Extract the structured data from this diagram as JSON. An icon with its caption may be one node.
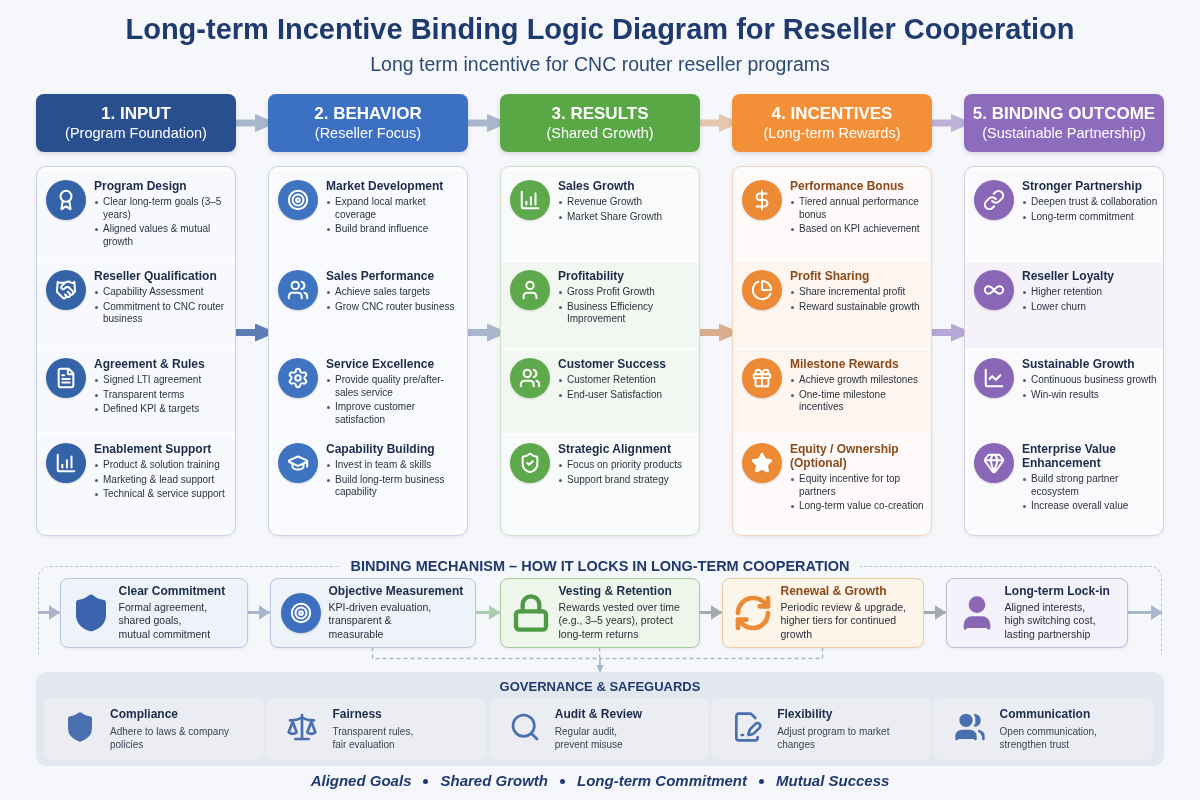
{
  "diagram": {
    "title": "Long-term Incentive Binding Logic Diagram for Reseller Cooperation",
    "nodes": [
      {
        "text": [
          "1. INPUT",
          "(Program Foundation)"
        ]
      },
      {
        "text": [
          "2. BEHAVIOR",
          "(Reseller Focus)"
        ]
      },
      {
        "text": [
          "3. RESULTS",
          "(Shared Growth)"
        ]
      },
      {
        "text": [
          "4. INCENTIVES",
          "(Long-term Rewards)"
        ]
      },
      {
        "text": [
          "5. BINDING OUTCOME",
          "(Sustainable Partnership)"
        ]
      },
      {
        "text": [],
        "shape": "box"
      },
      {
        "text": [
          "Program Design",
          "Clear long-term goals (3–5 years)",
          "Aligned values & mutual growth"
        ],
        "in": 5
      },
      {
        "text": [
          "Reseller Qualification",
          "Capability Assessment",
          "Commitment to CNC router business"
        ],
        "in": 5
      },
      {
        "text": [
          "Agreement & Rules",
          "Signed LTI agreement",
          "Transparent terms",
          "Defined KPI & targets"
        ],
        "in": 5
      },
      {
        "text": [
          "Enablement Support",
          "Product & solution training",
          "Marketing & lead support",
          "Technical & service support"
        ],
        "in": 5
      },
      {
        "text": [],
        "shape": "box"
      },
      {
        "text": [
          "Market Development",
          "Expand local market coverage",
          "Build brand influence"
        ],
        "in": 10
      },
      {
        "text": [
          "Sales Performance",
          "Achieve sales targets",
          "Grow CNC router business"
        ],
        "in": 10
      },
      {
        "text": [
          "Service Excellence",
          "Provide quality pre/after-sales service",
          "Improve customer satisfaction"
        ],
        "in": 10
      },
      {
        "text": [
          "Capability Building",
          "Invest in team & skills",
          "Build long-term business capability"
        ],
        "in": 10
      },
      {
        "text": [],
        "shape": "box"
      },
      {
        "text": [
          "Sales Growth",
          "Revenue Growth",
          "Market Share Growth"
        ],
        "in": 15
      },
      {
        "text": [
          "Profitability",
          "Gross Profit Growth",
          "Business Efficiency Improvement"
        ],
        "in": 15
      },
      {
        "text": [
          "Customer Success",
          "Customer Retention",
          "End-user Satisfaction"
        ],
        "in": 15
      },
      {
        "text": [
          "Strategic Alignment",
          "Focus on priority products",
          "Support brand strategy"
        ],
        "in": 15
      },
      {
        "text": [],
        "shape": "box"
      },
      {
        "text": [
          "Performance Bonus",
          "Tiered annual performance bonus",
          "Based on KPI achievement"
        ],
        "in": 20
      },
      {
        "text": [
          "Profit Sharing",
          "Share incremental profit",
          "Reward sustainable growth"
        ],
        "in": 20
      },
      {
        "text": [
          "Milestone Rewards",
          "Achieve growth milestones",
          "One-time milestone incentives"
        ],
        "in": 20
      },
      {
        "text": [
          "Equity / Ownership (Optional)",
          "Equity incentive for top partners",
          "Long-term value co-creation"
        ],
        "in": 20
      },
      {
        "text": [],
        "shape": "box"
      },
      {
        "text": [
          "Stronger Partnership",
          "Deepen trust & collaboration",
          "Long-term commitment"
        ],
        "in": 25
      },
      {
        "text": [
          "Reseller Loyalty",
          "Higher retention",
          "Lower churn"
        ],
        "in": 25
      },
      {
        "text": [
          "Sustainable Growth",
          "Continuous business growth",
          "Win-win results"
        ],
        "in": 25
      },
      {
        "text": [
          "Enterprise Value Enhancement",
          "Build strong partner ecosystem",
          "Increase overall value"
        ],
        "in": 25
      },
      {
        "text": [
          "BINDING MECHANISM – HOW IT LOCKS IN LONG-TERM COOPERATION"
        ]
      },
      {
        "text": [
          "Clear Commitment",
          "Formal agreement, shared goals, mutual commitment"
        ],
        "in": 30
      },
      {
        "text": [
          "Objective Measurement",
          "KPI-driven evaluation, transparent & measurable"
        ],
        "in": 30
      },
      {
        "text": [
          "Vesting & Retention",
          "Rewards vested over time (e.g., 3–5 years), protect long-term returns"
        ],
        "in": 30
      },
      {
        "text": [
          "Renewal & Growth",
          "Periodic review & upgrade, higher tiers for continued growth"
        ],
        "in": 30
      },
      {
        "text": [
          "Long-term Lock-in",
          "Aligned interests, high switching cost, lasting partnership"
        ],
        "in": 30
      },
      {
        "text": [
          "GOVERNANCE & SAFEGUARDS"
        ]
      },
      {
        "text": [
          "Compliance",
          "Adhere to laws & company policies"
        ],
        "in": 36
      },
      {
        "text": [
          "Fairness",
          "Transparent rules, fair evaluation"
        ],
        "in": 36
      },
      {
        "text": [
          "Audit & Review",
          "Regular audit, prevent misuse"
        ],
        "in": 36
      },
      {
        "text": [
          "Flexibility",
          "Adjust program to market changes"
        ],
        "in": 36
      },
      {
        "text": [
          "Communication",
          "Open communication, strengthen trust"
        ],
        "in": 36
      }
    ],
    "edges": [
      {
        "from": 0,
        "to": 1,
        "arrow": "to",
        "style": "thick"
      },
      {
        "from": 1,
        "to": 2,
        "arrow": "to",
        "style": "thick"
      },
      {
        "from": 2,
        "to": 3,
        "arrow": "to",
        "style": "thick",
        "color": "#e6c6ae"
      },
      {
        "from": 3,
        "to": 4,
        "arrow": "to",
        "style": "thick",
        "color": "#bcb1d6"
      },
      {
        "from": 5,
        "to": 10,
        "arrow": "to",
        "style": "thick",
        "color": "#5b7db3"
      },
      {
        "from": 10,
        "to": 15,
        "arrow": "to",
        "style": "thick"
      },
      {
        "from": 15,
        "to": 20,
        "arrow": "to",
        "style": "thick",
        "color": "#d9ae8e"
      },
      {
        "from": 20,
        "to": 25,
        "arrow": "to",
        "style": "thick",
        "color": "#b6a7d8"
      },
      {
        "from": null,
        "to": 31,
        "arrow": "to"
      },
      {
        "from": 31,
        "to": 32,
        "arrow": "to"
      },
      {
        "from": 32,
        "to": 33,
        "arrow": "to",
        "color": "#a9cfb2"
      },
      {
        "from": 33,
        "to": 34,
        "arrow": "to",
        "color": "#a6a9ae"
      },
      {
        "from": 34,
        "to": 35,
        "arrow": "to",
        "color": "#a6a9ae"
      },
      {
        "from": 35,
        "to": null,
        "arrow": "to"
      },
      {
        "from": 32,
        "to": 36,
        "arrow": "to",
        "style": "dashed"
      },
      {
        "from": 33,
        "to": 36,
        "arrow": "to",
        "style": "dashed"
      },
      {
        "from": 34,
        "to": 36,
        "arrow": "to",
        "style": "dashed"
      }
    ],
    "labels": [
      "Long term incentive for CNC router reseller programs",
      "Aligned Goals",
      "Shared Growth",
      "Long-term Commitment",
      "Mutual Success"
    ]
  }
}
